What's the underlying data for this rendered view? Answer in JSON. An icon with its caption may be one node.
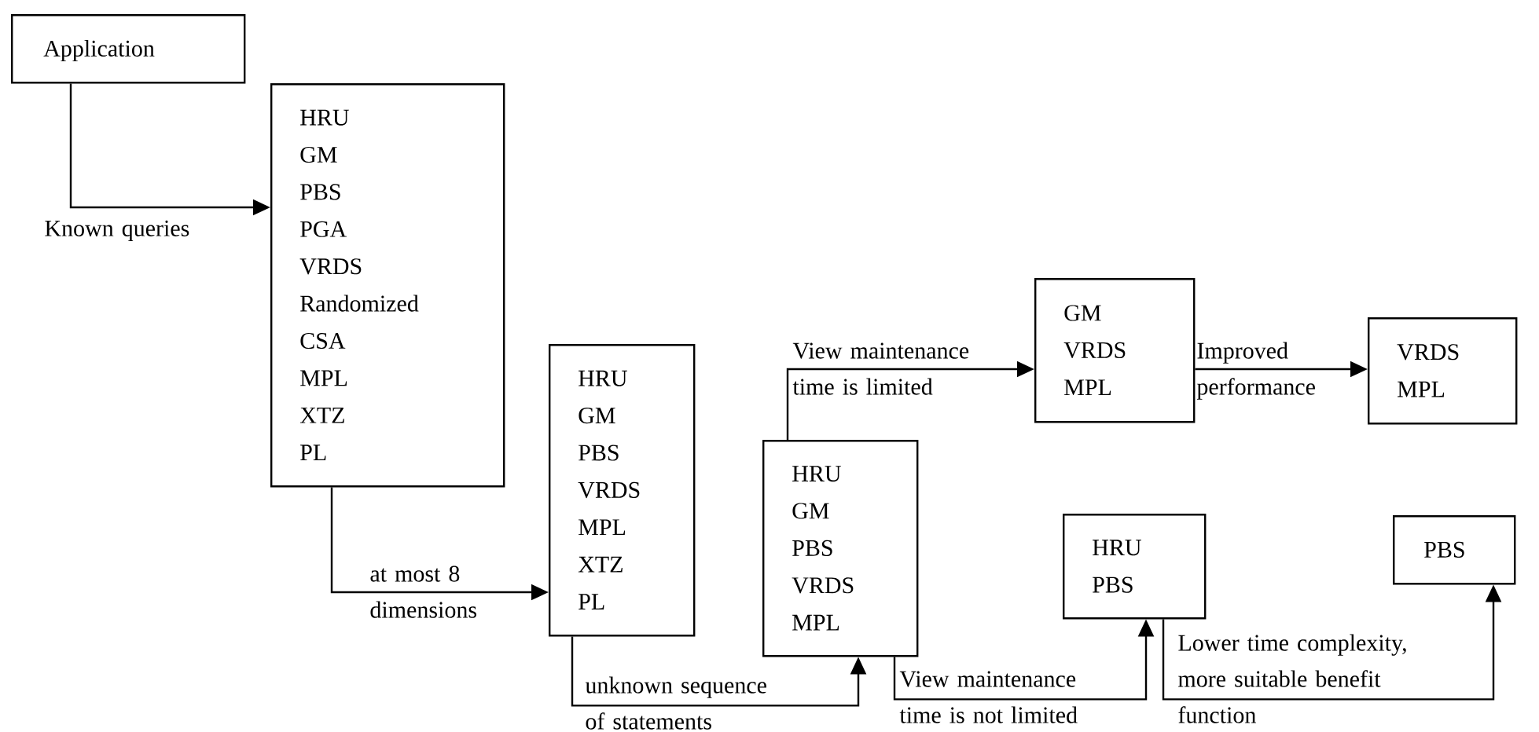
{
  "diagram": {
    "nodes": [
      {
        "text": [
          "Application"
        ]
      },
      {
        "text": [
          "HRU",
          "GM",
          "PBS",
          "PGA",
          "VRDS",
          "Randomized",
          "CSA",
          "MPL",
          "XTZ",
          "PL"
        ]
      },
      {
        "text": [
          "HRU",
          "GM",
          "PBS",
          "VRDS",
          "MPL",
          "XTZ",
          "PL"
        ]
      },
      {
        "text": [
          "HRU",
          "GM",
          "PBS",
          "VRDS",
          "MPL"
        ]
      },
      {
        "text": [
          "GM",
          "VRDS",
          "MPL"
        ]
      },
      {
        "text": [
          "VRDS",
          "MPL"
        ]
      },
      {
        "text": [
          "HRU",
          "PBS"
        ]
      },
      {
        "text": [
          "PBS"
        ]
      }
    ],
    "edges": [
      {
        "from": 0,
        "to": 1,
        "arrow": "to",
        "label": "Known queries"
      },
      {
        "from": 1,
        "to": 2,
        "arrow": "to",
        "label": "at most 8 dimensions"
      },
      {
        "from": 2,
        "to": 3,
        "arrow": "to",
        "label": "unknown sequence of statements"
      },
      {
        "from": 3,
        "to": 4,
        "arrow": "to",
        "label": "View maintenance time is limited"
      },
      {
        "from": 4,
        "to": 5,
        "arrow": "to",
        "label": "Improved performance"
      },
      {
        "from": 3,
        "to": 6,
        "arrow": "to",
        "label": "View maintenance time is not limited"
      },
      {
        "from": 6,
        "to": 7,
        "arrow": "to",
        "label": "Lower time complexity, more suitable benefit function"
      }
    ]
  }
}
